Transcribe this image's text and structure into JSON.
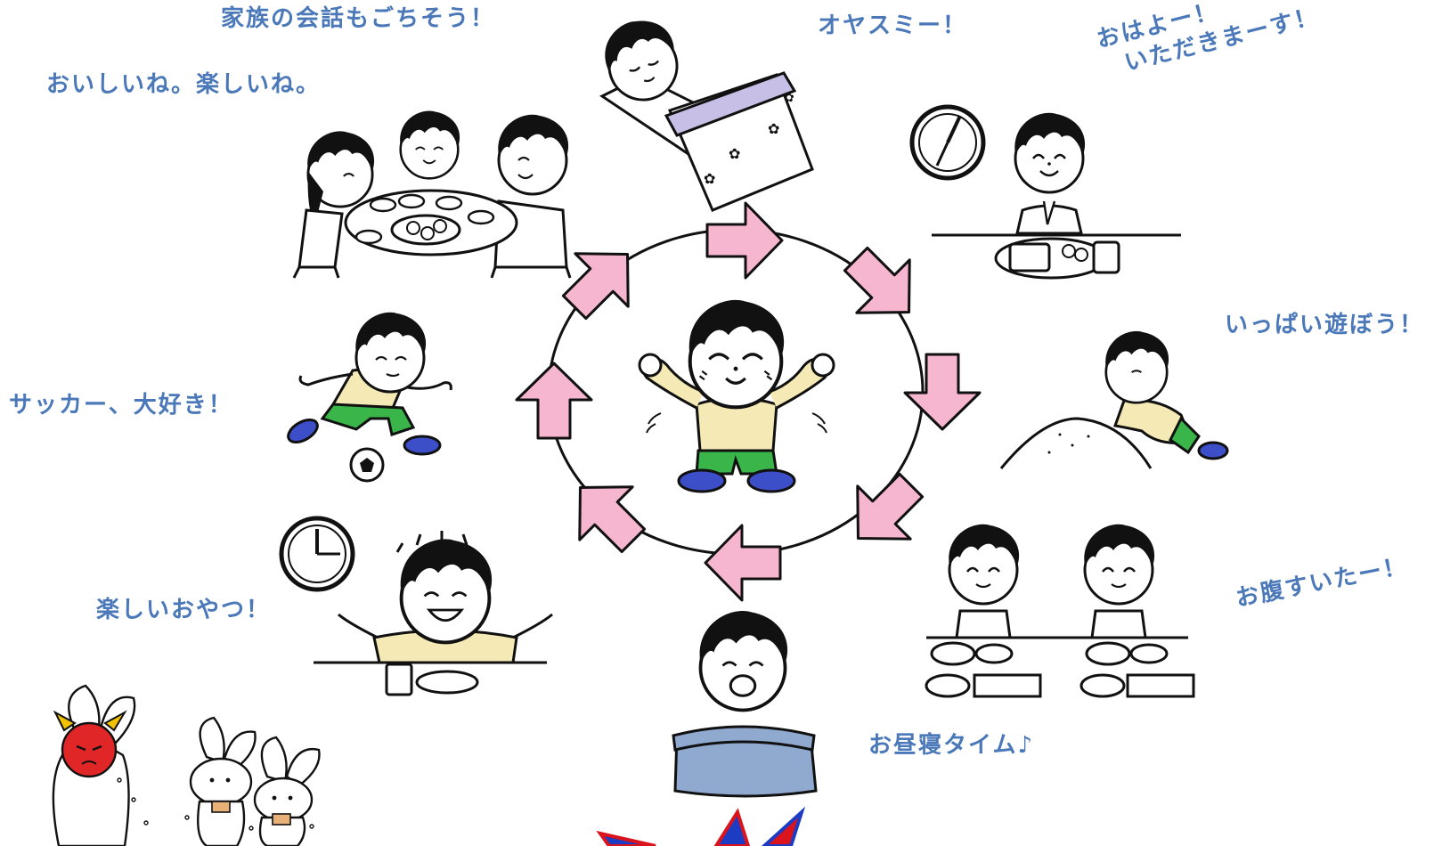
{
  "colors": {
    "caption_text": "#4a78b8",
    "arrow_fill": "#f7b6d0",
    "shirt": "#f5eab6",
    "shorts": "#39b54a",
    "shoes": "#3d4ec9",
    "blanket": "#c8bfe6",
    "futon": "#8fa9cf",
    "oni_red": "#e02626",
    "oni_horn": "#f2c200",
    "star_blue": "#1d3cc4",
    "star_red": "#d9141c"
  },
  "captions": {
    "family_talk": "家族の会話もごちそう！",
    "tasty_fun": "おいしいね。楽しいね。",
    "good_night": "オヤスミー！",
    "morning_line1": "おはよー！",
    "morning_line2": "いただきまーす！",
    "play": "いっぱい遊ぼう！",
    "soccer": "サッカー、大好き！",
    "snack": "楽しいおやつ！",
    "nap": "お昼寝タイム♪",
    "hungry": "お腹すいたー！"
  },
  "icons": {
    "cycle_arrow": "arrow-icon",
    "clock": "clock-icon",
    "rabbit": "rabbit-icon"
  }
}
